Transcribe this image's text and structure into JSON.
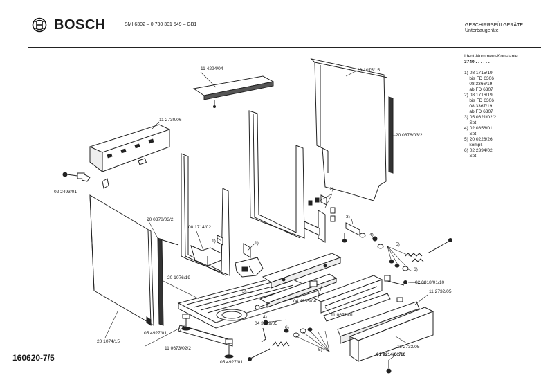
{
  "header": {
    "brand": "BOSCH",
    "model_line": "SMI 6302 – 0 730 301 549 – GB1",
    "category_line1": "GESCHIRRSPÜLGERÄTE",
    "category_line2": "Unterbaugeräte"
  },
  "ident": {
    "title": "Ident-Nummern-Konstante",
    "value": "3740  . .  . . . .",
    "lines": [
      "1) 08 1715/19",
      "    bis FD 6306",
      "    08 3366/19",
      "    ab FD 6307",
      "2) 08 1716/19",
      "    bis FD 6306",
      "    08 3367/19",
      "    ab FD 6307",
      "3) 05 0621/02/2",
      "    Set",
      "4) 02 0856/01",
      "    Set",
      "5) 20 0228/26",
      "    kompl.",
      "6) 02 2394/02",
      "    Set"
    ]
  },
  "part_labels": {
    "p1": "11 4294/04",
    "p2": "20 1075/15",
    "p3": "11 2730/06",
    "p4": "20 0378/03/2",
    "p5": "02 2493/01",
    "p6": "20 0378/03/2",
    "p7": "08 1714/02",
    "p8": "20 1076/19",
    "p9": "04 4955/04",
    "p10": "02 0818/01/10",
    "p11": "11 2732/05",
    "p12": "11 0672/01",
    "p13": "04 3889/05",
    "p14": "05 4927/01",
    "p15": "11 0673/02/2",
    "p16": "05 4927/01",
    "p17": "20 1074/15",
    "p18": "11 2733/05",
    "p19": "01 9214/01/10",
    "c1a": "1)",
    "c1b": "1)",
    "c2": "2)",
    "c3a": "3)",
    "c3b": "3)",
    "c4a": "4)",
    "c4b": "4)",
    "c5a": "5)",
    "c5b": "5)",
    "c6a": "6)",
    "c6b": "6)"
  },
  "footer": {
    "page_number": "160620-7/5"
  }
}
